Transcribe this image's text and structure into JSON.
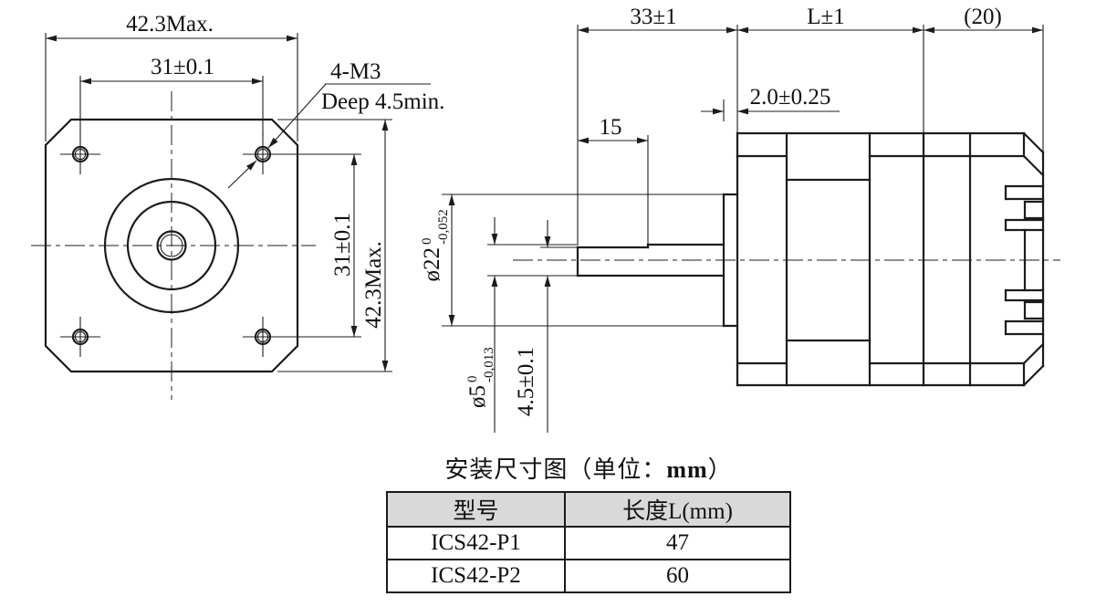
{
  "colors": {
    "line": "#1c1c1c",
    "table_header_bg": "#d9d9d9"
  },
  "drawing": {
    "front_view": {
      "width_max": "42.3Max.",
      "hole_spacing_h": "31±0.1",
      "hole_spacing_v": "31±0.1",
      "height_max": "42.3Max.",
      "thread_callout_line1": "4-M3",
      "thread_callout_line2": "Deep 4.5min."
    },
    "side_view": {
      "front_length": "33±1",
      "body_length": "L±1",
      "rear_length": "(20)",
      "pilot_height": "2.0±0.25",
      "flat_length": "15",
      "pilot_dia_main": "ø22",
      "pilot_dia_sup": "0",
      "pilot_dia_sub": "-0,052",
      "shaft_dia_main": "ø5",
      "shaft_dia_sup": "0",
      "shaft_dia_sub": "-0,013",
      "flat_height": "4.5±0.1"
    }
  },
  "caption": {
    "prefix": "安装尺寸图（单位：",
    "unit": "mm",
    "suffix": "）"
  },
  "table": {
    "headers": [
      "型号",
      "长度L(mm)"
    ],
    "rows": [
      [
        "ICS42-P1",
        "47"
      ],
      [
        "ICS42-P2",
        "60"
      ]
    ]
  }
}
